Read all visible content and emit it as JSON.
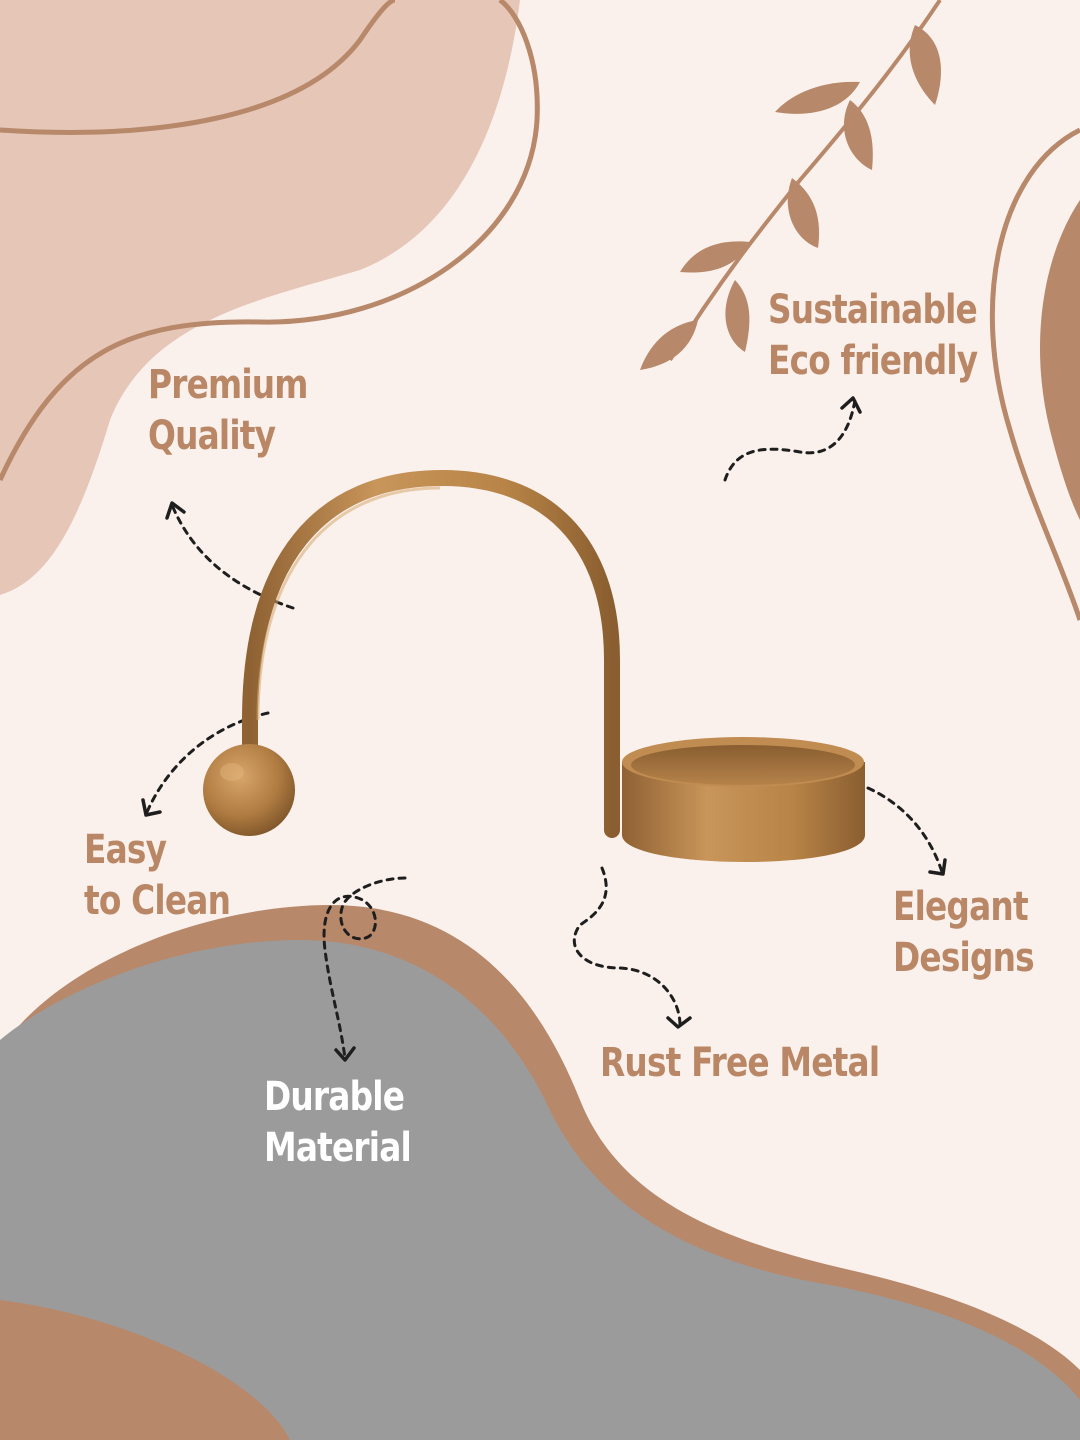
{
  "colors": {
    "background": "#fbf1ec",
    "blush": "#e6c6b7",
    "accent": "#b8886a",
    "text_accent": "#b98766",
    "gray": "#9b9b9b",
    "white_text": "#ffffff",
    "metal": "#b88447"
  },
  "features": {
    "premium": {
      "line1": "Premium",
      "line2": "Quality"
    },
    "sustainable": {
      "line1": "Sustainable",
      "line2": "Eco friendly"
    },
    "easy_clean": {
      "line1": "Easy",
      "line2": "to Clean"
    },
    "elegant": {
      "line1": "Elegant",
      "line2": "Designs"
    },
    "rust_free": {
      "line1": "Rust Free Metal"
    },
    "durable": {
      "line1": "Durable",
      "line2": "Material"
    }
  },
  "icons": [
    "leaf-branch-icon",
    "dashed-arrow-icon"
  ]
}
